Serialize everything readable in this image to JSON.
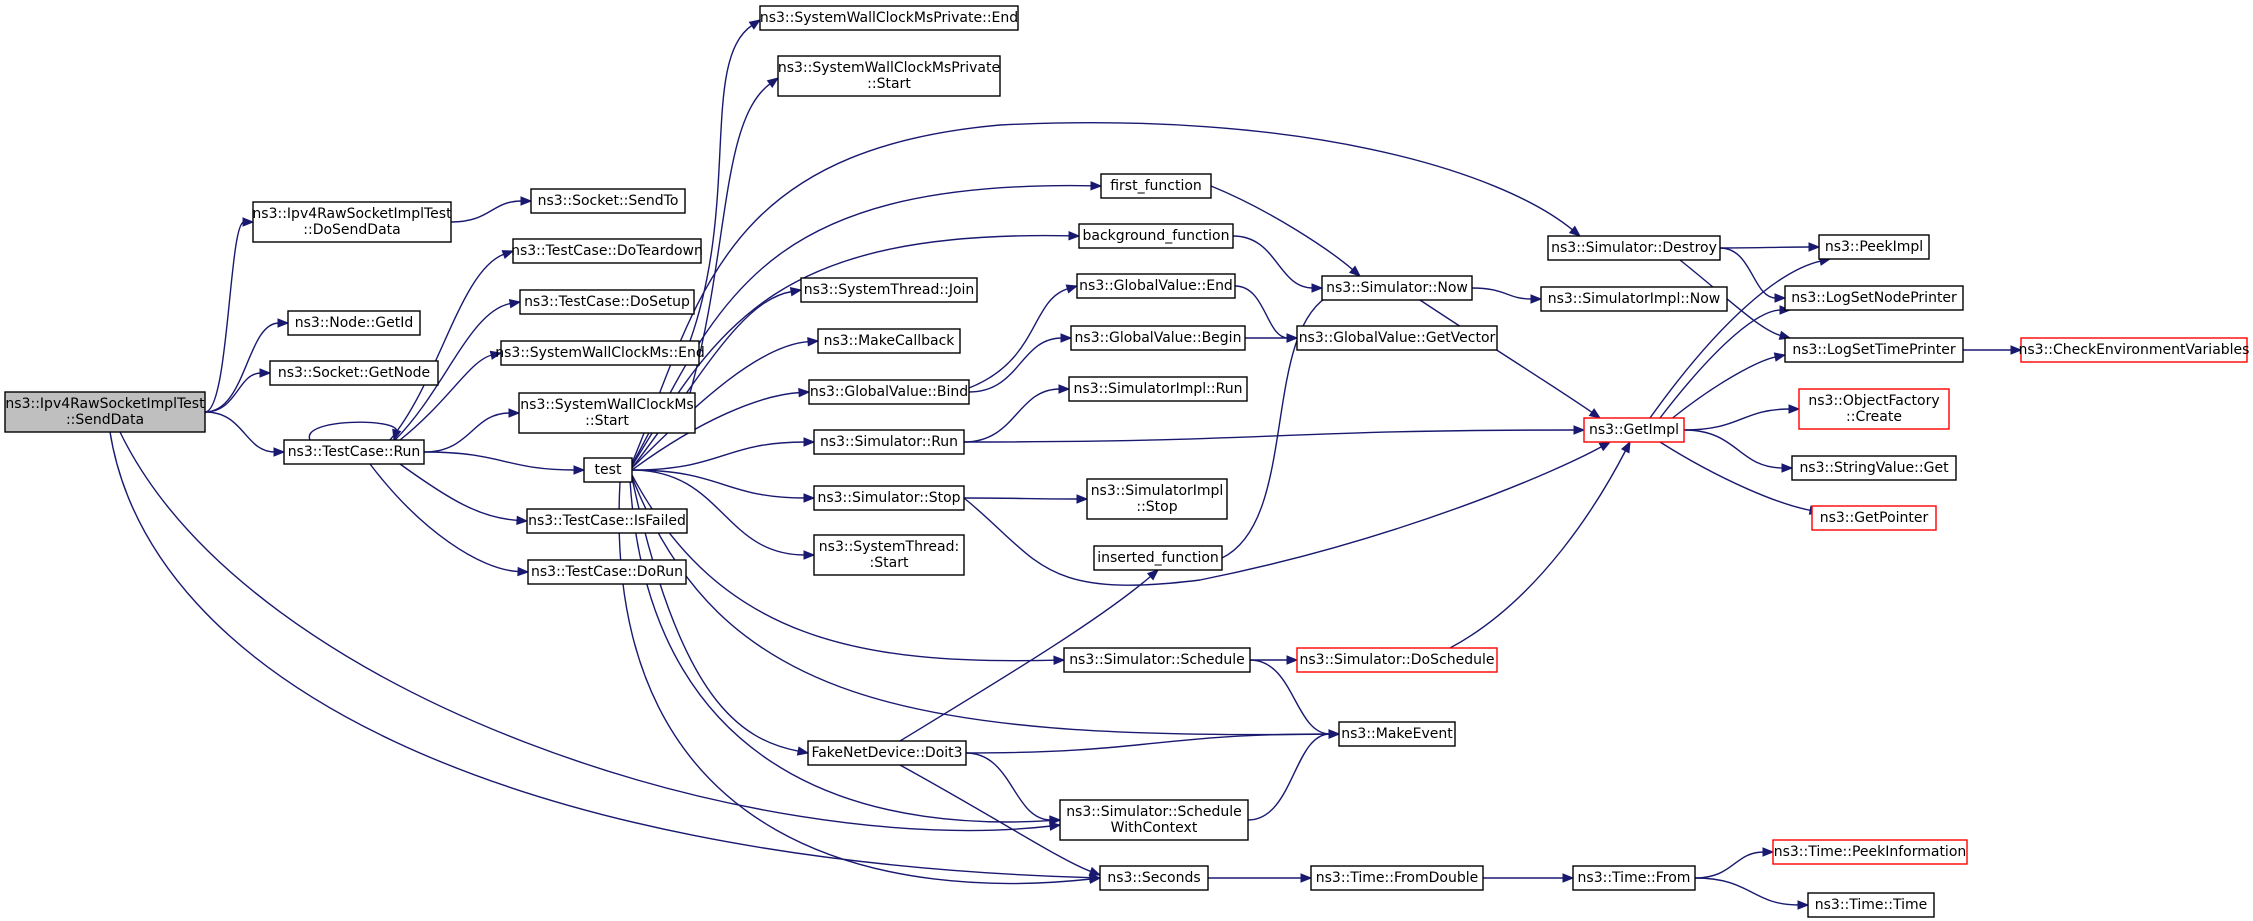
{
  "nodes": [
    {
      "id": "n_senddata",
      "lines": [
        "ns3::Ipv4RawSocketImplTest",
        "::SendData"
      ],
      "style": "root"
    },
    {
      "id": "n_dosenddata",
      "lines": [
        "ns3::Ipv4RawSocketImplTest",
        "::DoSendData"
      ],
      "style": "normal"
    },
    {
      "id": "n_sendto",
      "lines": [
        "ns3::Socket::SendTo"
      ],
      "style": "normal"
    },
    {
      "id": "n_getid",
      "lines": [
        "ns3::Node::GetId"
      ],
      "style": "normal"
    },
    {
      "id": "n_getnode",
      "lines": [
        "ns3::Socket::GetNode"
      ],
      "style": "normal"
    },
    {
      "id": "n_tcrun",
      "lines": [
        "ns3::TestCase::Run"
      ],
      "style": "normal"
    },
    {
      "id": "n_teardown",
      "lines": [
        "ns3::TestCase::DoTeardown"
      ],
      "style": "normal"
    },
    {
      "id": "n_setup",
      "lines": [
        "ns3::TestCase::DoSetup"
      ],
      "style": "normal"
    },
    {
      "id": "n_swcend",
      "lines": [
        "ns3::SystemWallClockMs::End"
      ],
      "style": "normal"
    },
    {
      "id": "n_swcstart",
      "lines": [
        "ns3::SystemWallClockMs",
        "::Start"
      ],
      "style": "normal"
    },
    {
      "id": "n_isfailed",
      "lines": [
        "ns3::TestCase::IsFailed"
      ],
      "style": "normal"
    },
    {
      "id": "n_dorun",
      "lines": [
        "ns3::TestCase::DoRun"
      ],
      "style": "normal"
    },
    {
      "id": "n_test",
      "lines": [
        "test"
      ],
      "style": "normal"
    },
    {
      "id": "n_swcpend",
      "lines": [
        "ns3::SystemWallClockMsPrivate::End"
      ],
      "style": "normal"
    },
    {
      "id": "n_swcpstart",
      "lines": [
        "ns3::SystemWallClockMsPrivate",
        "::Start"
      ],
      "style": "normal"
    },
    {
      "id": "n_stjoin",
      "lines": [
        "ns3::SystemThread::Join"
      ],
      "style": "normal"
    },
    {
      "id": "n_makecb",
      "lines": [
        "ns3::MakeCallback"
      ],
      "style": "normal"
    },
    {
      "id": "n_gvbind",
      "lines": [
        "ns3::GlobalValue::Bind"
      ],
      "style": "normal"
    },
    {
      "id": "n_simrun",
      "lines": [
        "ns3::Simulator::Run"
      ],
      "style": "normal"
    },
    {
      "id": "n_simstop",
      "lines": [
        "ns3::Simulator::Stop"
      ],
      "style": "normal"
    },
    {
      "id": "n_ststart",
      "lines": [
        "ns3::SystemThread:",
        ":Start"
      ],
      "style": "normal"
    },
    {
      "id": "n_first",
      "lines": [
        "first_function"
      ],
      "style": "normal"
    },
    {
      "id": "n_background",
      "lines": [
        "background_function"
      ],
      "style": "normal"
    },
    {
      "id": "n_gvend",
      "lines": [
        "ns3::GlobalValue::End"
      ],
      "style": "normal"
    },
    {
      "id": "n_gvbegin",
      "lines": [
        "ns3::GlobalValue::Begin"
      ],
      "style": "normal"
    },
    {
      "id": "n_simimplrun",
      "lines": [
        "ns3::SimulatorImpl::Run"
      ],
      "style": "normal"
    },
    {
      "id": "n_simimplstop",
      "lines": [
        "ns3::SimulatorImpl",
        "::Stop"
      ],
      "style": "normal"
    },
    {
      "id": "n_inserted",
      "lines": [
        "inserted_function"
      ],
      "style": "normal"
    },
    {
      "id": "n_simschedule",
      "lines": [
        "ns3::Simulator::Schedule"
      ],
      "style": "normal"
    },
    {
      "id": "n_doit3",
      "lines": [
        "FakeNetDevice::Doit3"
      ],
      "style": "normal"
    },
    {
      "id": "n_schedwc",
      "lines": [
        "ns3::Simulator::Schedule",
        "WithContext"
      ],
      "style": "normal"
    },
    {
      "id": "n_seconds",
      "lines": [
        "ns3::Seconds"
      ],
      "style": "normal"
    },
    {
      "id": "n_simnow",
      "lines": [
        "ns3::Simulator::Now"
      ],
      "style": "normal"
    },
    {
      "id": "n_gvgetvector",
      "lines": [
        "ns3::GlobalValue::GetVector"
      ],
      "style": "normal"
    },
    {
      "id": "n_doschedule",
      "lines": [
        "ns3::Simulator::DoSchedule"
      ],
      "style": "red"
    },
    {
      "id": "n_makeevent",
      "lines": [
        "ns3::MakeEvent"
      ],
      "style": "normal"
    },
    {
      "id": "n_fromdouble",
      "lines": [
        "ns3::Time::FromDouble"
      ],
      "style": "normal"
    },
    {
      "id": "n_simdestroy",
      "lines": [
        "ns3::Simulator::Destroy"
      ],
      "style": "normal"
    },
    {
      "id": "n_simimplnow",
      "lines": [
        "ns3::SimulatorImpl::Now"
      ],
      "style": "normal"
    },
    {
      "id": "n_getimpl",
      "lines": [
        "ns3::GetImpl"
      ],
      "style": "red"
    },
    {
      "id": "n_timefrom",
      "lines": [
        "ns3::Time::From"
      ],
      "style": "normal"
    },
    {
      "id": "n_peekimpl",
      "lines": [
        "ns3::PeekImpl"
      ],
      "style": "normal"
    },
    {
      "id": "n_lognode",
      "lines": [
        "ns3::LogSetNodePrinter"
      ],
      "style": "normal"
    },
    {
      "id": "n_logtime",
      "lines": [
        "ns3::LogSetTimePrinter"
      ],
      "style": "normal"
    },
    {
      "id": "n_objfactory",
      "lines": [
        "ns3::ObjectFactory",
        "::Create"
      ],
      "style": "red"
    },
    {
      "id": "n_stringget",
      "lines": [
        "ns3::StringValue::Get"
      ],
      "style": "normal"
    },
    {
      "id": "n_getpointer",
      "lines": [
        "ns3::GetPointer"
      ],
      "style": "red"
    },
    {
      "id": "n_checkenv",
      "lines": [
        "ns3::CheckEnvironmentVariables"
      ],
      "style": "red"
    },
    {
      "id": "n_peekinfo",
      "lines": [
        "ns3::Time::PeekInformation"
      ],
      "style": "red"
    },
    {
      "id": "n_timetime",
      "lines": [
        "ns3::Time::Time"
      ],
      "style": "normal"
    }
  ],
  "edges": [
    {
      "from": "n_senddata",
      "to": "n_dosenddata"
    },
    {
      "from": "n_senddata",
      "to": "n_getid"
    },
    {
      "from": "n_senddata",
      "to": "n_getnode"
    },
    {
      "from": "n_senddata",
      "to": "n_tcrun"
    },
    {
      "from": "n_senddata",
      "to": "n_schedwc"
    },
    {
      "from": "n_senddata",
      "to": "n_seconds"
    },
    {
      "from": "n_dosenddata",
      "to": "n_sendto"
    },
    {
      "from": "n_tcrun",
      "to": "n_tcrun"
    },
    {
      "from": "n_tcrun",
      "to": "n_teardown"
    },
    {
      "from": "n_tcrun",
      "to": "n_setup"
    },
    {
      "from": "n_tcrun",
      "to": "n_swcend"
    },
    {
      "from": "n_tcrun",
      "to": "n_swcstart"
    },
    {
      "from": "n_tcrun",
      "to": "n_test"
    },
    {
      "from": "n_tcrun",
      "to": "n_isfailed"
    },
    {
      "from": "n_tcrun",
      "to": "n_dorun"
    },
    {
      "from": "n_swcend",
      "to": "n_swcpend"
    },
    {
      "from": "n_swcstart",
      "to": "n_swcpstart"
    },
    {
      "from": "n_test",
      "to": "n_simdestroy"
    },
    {
      "from": "n_test",
      "to": "n_first"
    },
    {
      "from": "n_test",
      "to": "n_background"
    },
    {
      "from": "n_test",
      "to": "n_stjoin"
    },
    {
      "from": "n_test",
      "to": "n_makecb"
    },
    {
      "from": "n_test",
      "to": "n_gvbind"
    },
    {
      "from": "n_test",
      "to": "n_simrun"
    },
    {
      "from": "n_test",
      "to": "n_simstop"
    },
    {
      "from": "n_test",
      "to": "n_ststart"
    },
    {
      "from": "n_test",
      "to": "n_simschedule"
    },
    {
      "from": "n_test",
      "to": "n_makeevent"
    },
    {
      "from": "n_test",
      "to": "n_doit3"
    },
    {
      "from": "n_test",
      "to": "n_schedwc"
    },
    {
      "from": "n_test",
      "to": "n_seconds"
    },
    {
      "from": "n_gvbind",
      "to": "n_gvend"
    },
    {
      "from": "n_gvbind",
      "to": "n_gvbegin"
    },
    {
      "from": "n_simrun",
      "to": "n_simimplrun"
    },
    {
      "from": "n_simrun",
      "to": "n_getimpl"
    },
    {
      "from": "n_simstop",
      "to": "n_simimplstop"
    },
    {
      "from": "n_simstop",
      "to": "n_getimpl"
    },
    {
      "from": "n_first",
      "to": "n_simnow"
    },
    {
      "from": "n_background",
      "to": "n_simnow"
    },
    {
      "from": "n_inserted",
      "to": "n_simnow"
    },
    {
      "from": "n_gvend",
      "to": "n_gvgetvector"
    },
    {
      "from": "n_gvbegin",
      "to": "n_gvgetvector"
    },
    {
      "from": "n_simschedule",
      "to": "n_doschedule"
    },
    {
      "from": "n_simschedule",
      "to": "n_makeevent"
    },
    {
      "from": "n_doit3",
      "to": "n_inserted"
    },
    {
      "from": "n_doit3",
      "to": "n_makeevent"
    },
    {
      "from": "n_doit3",
      "to": "n_schedwc"
    },
    {
      "from": "n_doit3",
      "to": "n_seconds"
    },
    {
      "from": "n_schedwc",
      "to": "n_makeevent"
    },
    {
      "from": "n_seconds",
      "to": "n_fromdouble"
    },
    {
      "from": "n_simnow",
      "to": "n_simimplnow"
    },
    {
      "from": "n_simnow",
      "to": "n_getimpl"
    },
    {
      "from": "n_doschedule",
      "to": "n_getimpl"
    },
    {
      "from": "n_fromdouble",
      "to": "n_timefrom"
    },
    {
      "from": "n_simdestroy",
      "to": "n_peekimpl"
    },
    {
      "from": "n_simdestroy",
      "to": "n_lognode"
    },
    {
      "from": "n_simdestroy",
      "to": "n_logtime"
    },
    {
      "from": "n_getimpl",
      "to": "n_peekimpl"
    },
    {
      "from": "n_getimpl",
      "to": "n_lognode"
    },
    {
      "from": "n_getimpl",
      "to": "n_logtime"
    },
    {
      "from": "n_getimpl",
      "to": "n_objfactory"
    },
    {
      "from": "n_getimpl",
      "to": "n_stringget"
    },
    {
      "from": "n_getimpl",
      "to": "n_getpointer"
    },
    {
      "from": "n_logtime",
      "to": "n_checkenv"
    },
    {
      "from": "n_timefrom",
      "to": "n_peekinfo"
    },
    {
      "from": "n_timefrom",
      "to": "n_timetime"
    }
  ]
}
